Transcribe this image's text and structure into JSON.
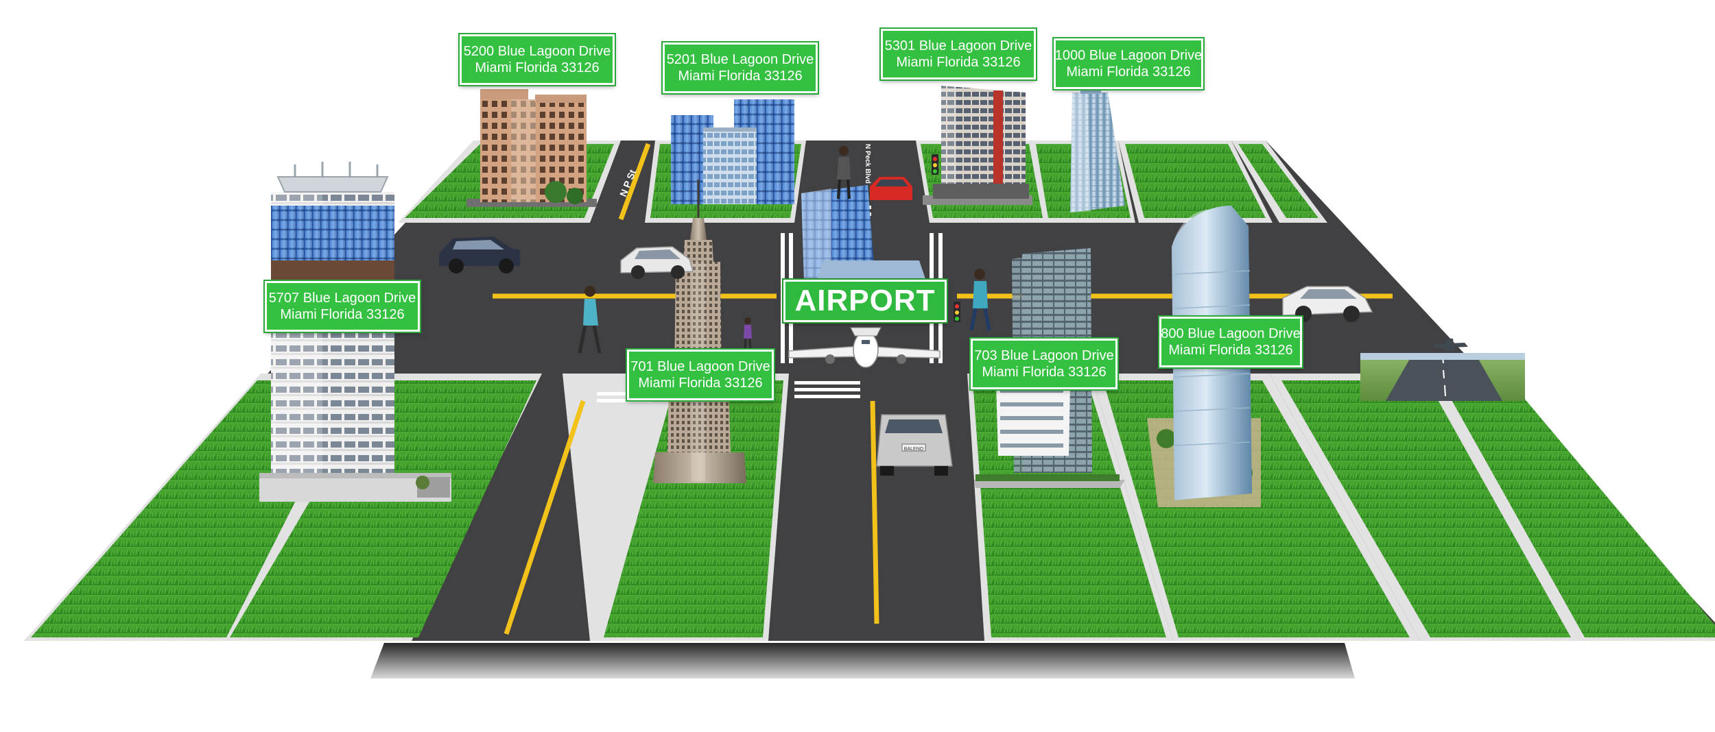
{
  "airport_sign": "AIRPORT",
  "streets": {
    "n_p_st": "N P St",
    "n_peck_blvd": "N Peck Blvd"
  },
  "car_plate": "BALENO",
  "locations": [
    {
      "id": "5200",
      "line1": "5200 Blue Lagoon Drive",
      "line2": "Miami Florida 33126"
    },
    {
      "id": "5201",
      "line1": "5201 Blue Lagoon Drive",
      "line2": "Miami Florida 33126"
    },
    {
      "id": "5301",
      "line1": "5301 Blue Lagoon Drive",
      "line2": "Miami Florida 33126"
    },
    {
      "id": "1000",
      "line1": "1000 Blue Lagoon Drive",
      "line2": "Miami Florida 33126"
    },
    {
      "id": "5707",
      "line1": "5707 Blue Lagoon Drive",
      "line2": "Miami Florida 33126"
    },
    {
      "id": "701",
      "line1": "701 Blue Lagoon Drive",
      "line2": "Miami Florida 33126"
    },
    {
      "id": "703",
      "line1": "703 Blue Lagoon Drive",
      "line2": "Miami Florida 33126"
    },
    {
      "id": "800",
      "line1": "800 Blue Lagoon Drive",
      "line2": "Miami Florida 33126"
    }
  ],
  "colors": {
    "grass": "#3f9b2a",
    "grass_light": "#5cbc3a",
    "asphalt": "#414143",
    "sidewalk": "#e3e3e3",
    "lane_yellow": "#f2c21a",
    "label_green": "#34c142",
    "label_text": "#ffffff",
    "shadow": "#1e1e1e"
  },
  "icons": [
    "building-icon",
    "skyscraper-icon",
    "car-icon",
    "pedestrian-icon",
    "traffic-light-icon",
    "airplane-icon",
    "runway-icon"
  ]
}
